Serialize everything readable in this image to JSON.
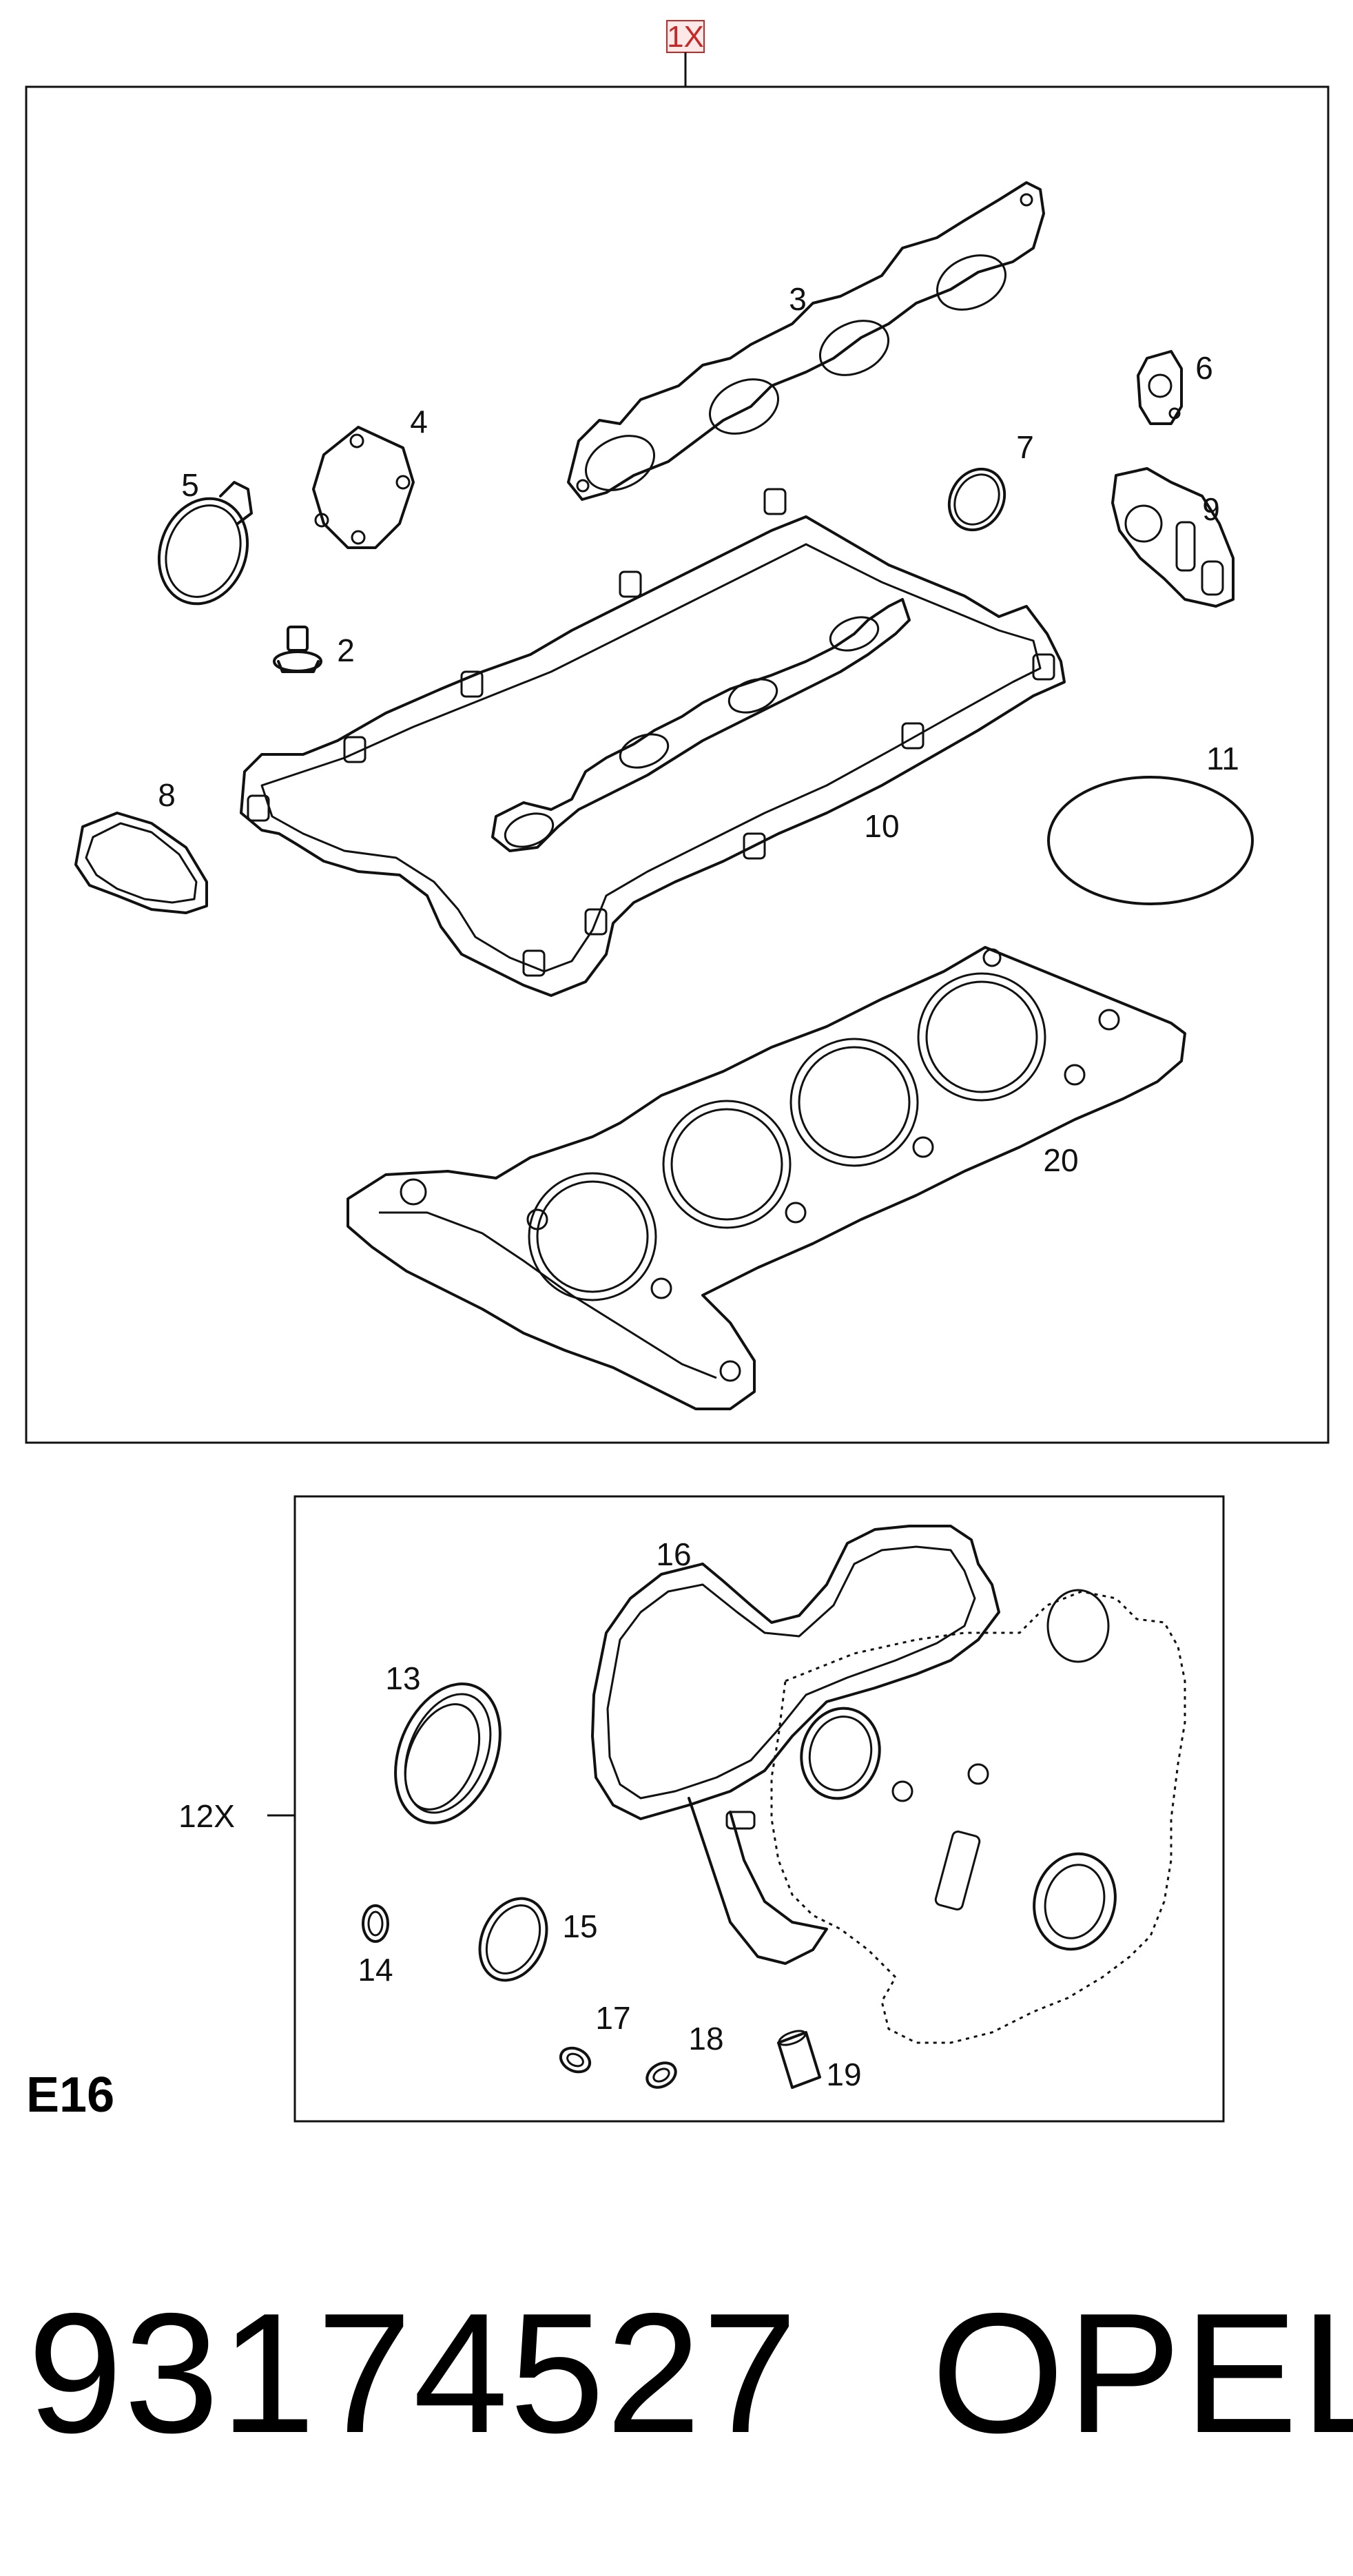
{
  "diagram": {
    "top_kit_quantity": "1X",
    "lower_kit_quantity": "12X",
    "callouts": {
      "p2": "2",
      "p3": "3",
      "p4": "4",
      "p5": "5",
      "p6": "6",
      "p7": "7",
      "p8": "8",
      "p9": "9",
      "p10": "10",
      "p11": "11",
      "p13": "13",
      "p14": "14",
      "p15": "15",
      "p16": "16",
      "p17": "17",
      "p18": "18",
      "p19": "19",
      "p20": "20"
    }
  },
  "engine_code": "E16",
  "part_number": "93174527",
  "brand": "OPEL",
  "colors": {
    "top_qty_highlight": "#c62828",
    "line": "#111111"
  }
}
